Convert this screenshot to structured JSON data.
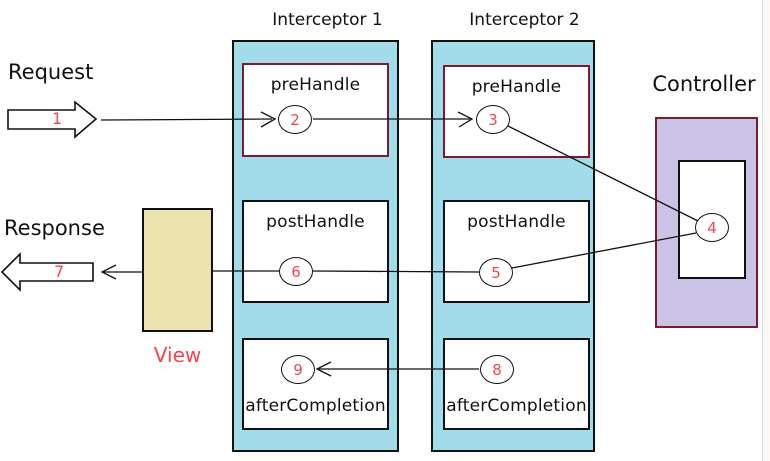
{
  "labels": {
    "request": "Request",
    "response": "Response",
    "controller": "Controller",
    "view": "View"
  },
  "interceptors": [
    {
      "title": "Interceptor 1",
      "methods": [
        "preHandle",
        "postHandle",
        "afterCompletion"
      ]
    },
    {
      "title": "Interceptor 2",
      "methods": [
        "preHandle",
        "postHandle",
        "afterCompletion"
      ]
    }
  ],
  "steps": [
    "1",
    "2",
    "3",
    "4",
    "5",
    "6",
    "7",
    "8",
    "9"
  ],
  "colors": {
    "interceptor_fill": "#A2DCEA",
    "controller_fill": "#CBC3E6",
    "view_fill": "#EDE3AE",
    "maroon_border": "#7C1B2B",
    "step_red": "#F4454E"
  }
}
